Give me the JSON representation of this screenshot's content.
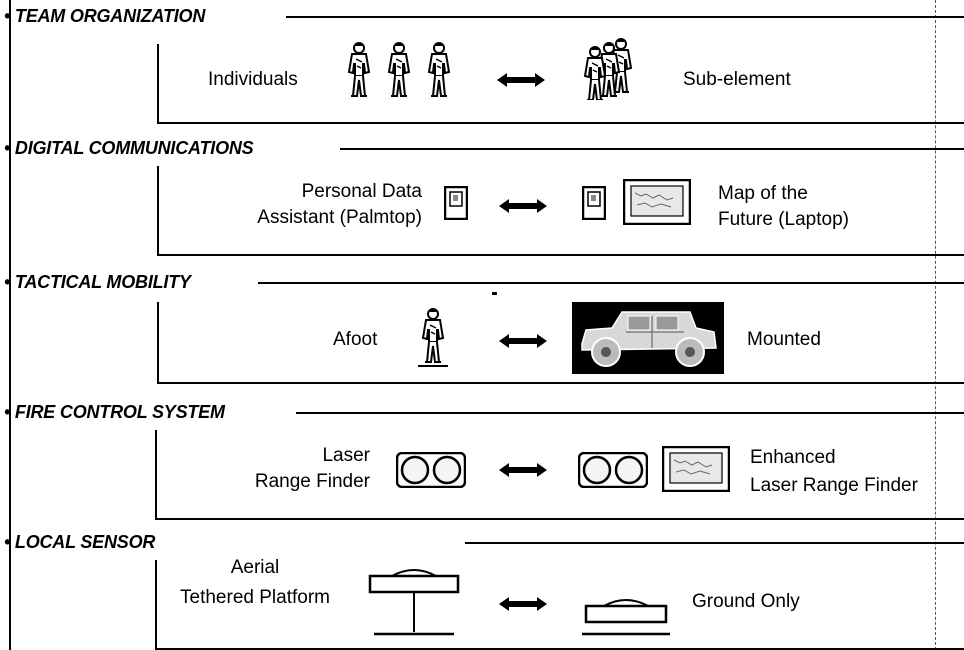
{
  "sections": [
    {
      "title": "• TEAM ORGANIZATION",
      "left": "Individuals",
      "right": "Sub-element"
    },
    {
      "title": "• DIGITAL COMMUNICATIONS",
      "left_line1": "Personal Data",
      "left_line2": "Assistant (Palmtop)",
      "right_line1": "Map of the",
      "right_line2": "Future (Laptop)"
    },
    {
      "title": "•  TACTICAL MOBILITY",
      "left": "Afoot",
      "right": "Mounted"
    },
    {
      "title": "• FIRE CONTROL SYSTEM",
      "left_line1": "Laser",
      "left_line2": "Range Finder",
      "right_line1": "Enhanced",
      "right_line2": "Laser Range Finder"
    },
    {
      "title": "• LOCAL SENSOR",
      "left_line1": "Aerial",
      "left_line2": "Tethered Platform",
      "right": "Ground Only"
    }
  ],
  "icons": {
    "soldier": "soldier-icon",
    "palmtop": "palmtop-icon",
    "laptop": "laptop-icon",
    "vehicle": "humvee-icon",
    "rangefinder": "binocular-rangefinder-icon",
    "sensor": "sensor-platform-icon",
    "arrow": "double-arrow-icon"
  }
}
